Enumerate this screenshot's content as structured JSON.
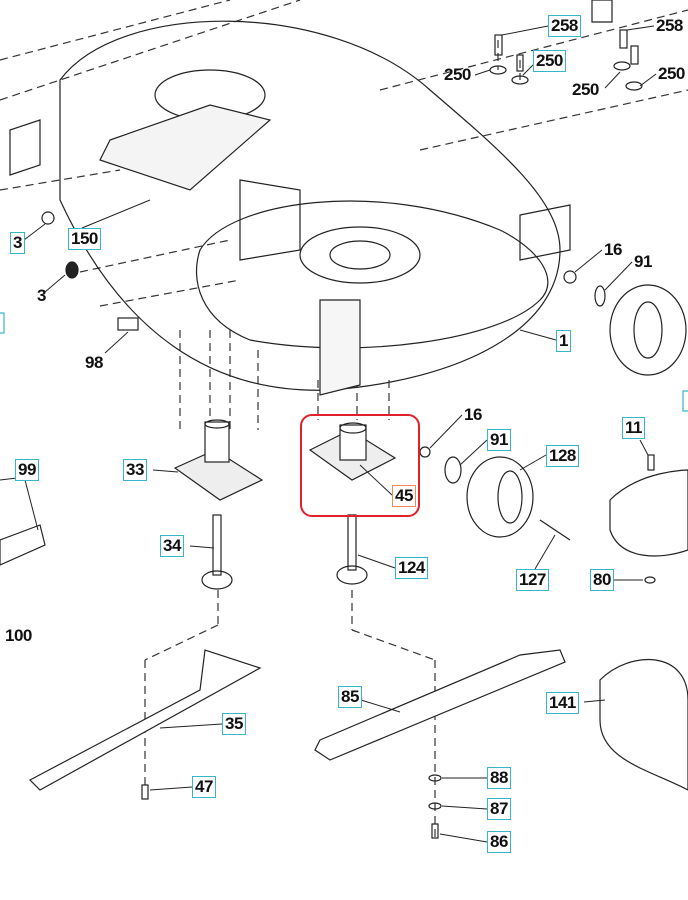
{
  "diagram": {
    "highlight_color": "#e3202a",
    "callout_box_color": "#35b6c9",
    "selected_callout_color": "#f08a5d",
    "selected_part": "45",
    "callouts": [
      "258",
      "250",
      "258",
      "250",
      "250",
      "250",
      "3",
      "150",
      "3",
      "98",
      "1",
      "16",
      "91",
      "16",
      "91",
      "128",
      "11",
      "99",
      "33",
      "45",
      "34",
      "124",
      "127",
      "80",
      "100",
      "85",
      "35",
      "141",
      "47",
      "88",
      "87",
      "86"
    ]
  }
}
